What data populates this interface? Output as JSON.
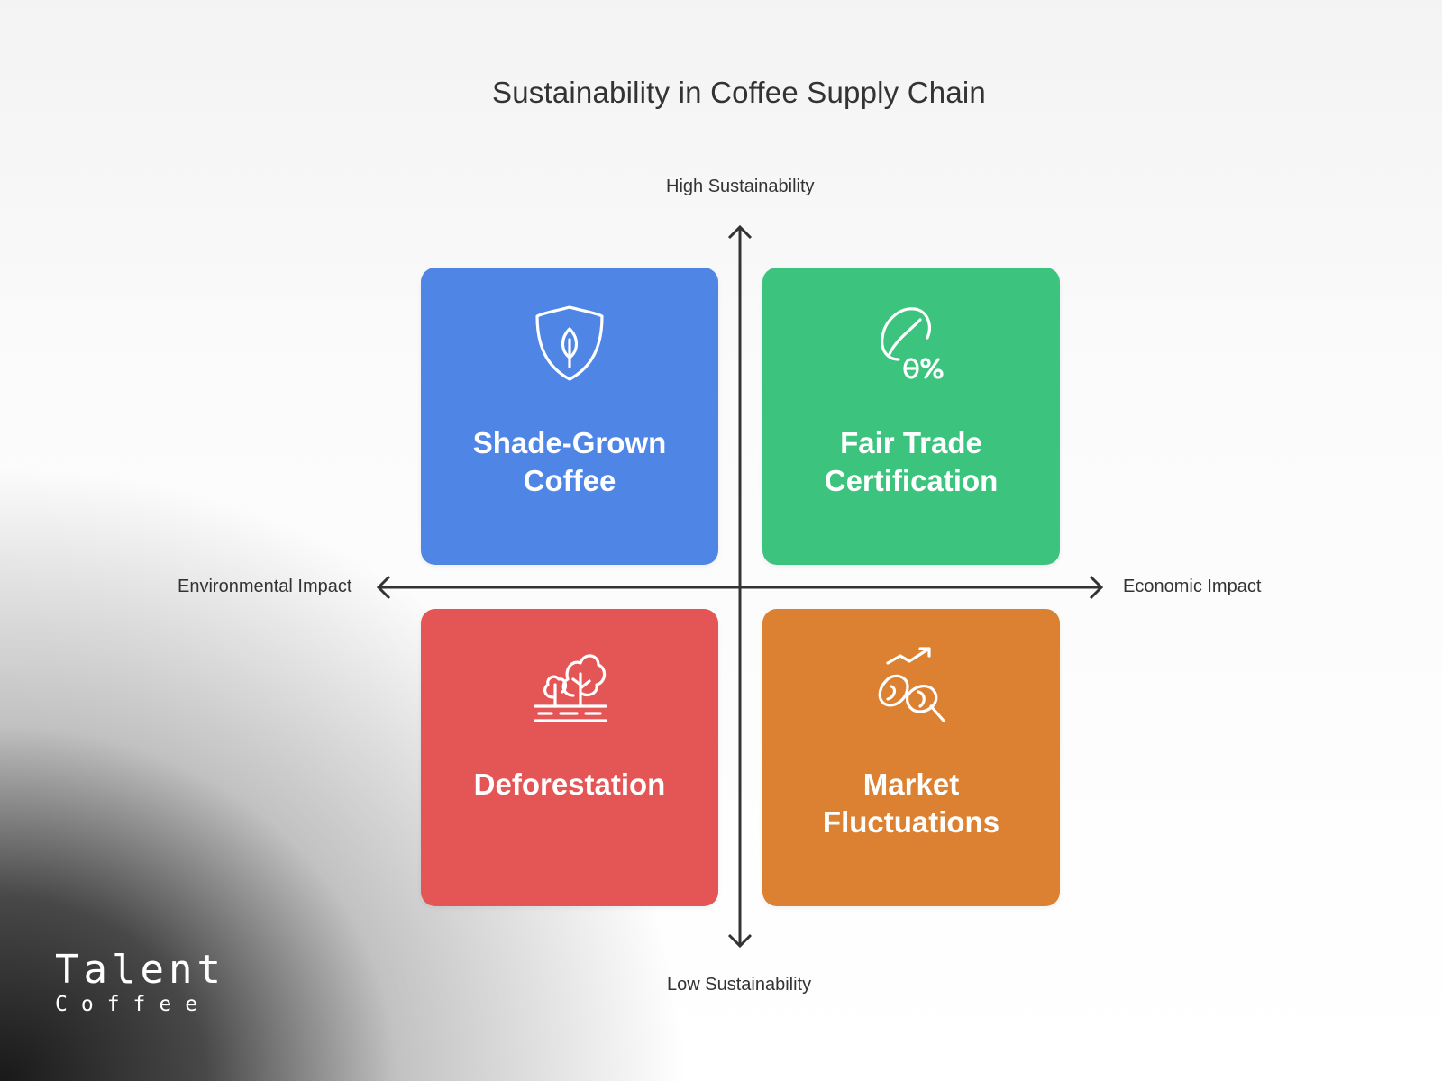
{
  "title": "Sustainability in Coffee Supply Chain",
  "axes": {
    "top": "High Sustainability",
    "bottom": "Low Sustainability",
    "left": "Environmental Impact",
    "right": "Economic Impact"
  },
  "quadrants": [
    {
      "label": "Shade-Grown Coffee",
      "icon": "shield-leaf-icon",
      "color": "#4f86e6"
    },
    {
      "label": "Fair Trade Certification",
      "icon": "coffee-bean-percent-icon",
      "color": "#3cc47f"
    },
    {
      "label": "Deforestation",
      "icon": "trees-icon",
      "color": "#e45655"
    },
    {
      "label": "Market Fluctuations",
      "icon": "beans-trend-icon",
      "color": "#dc8031"
    }
  ],
  "logo": {
    "line1": "Talent",
    "line2": "Coffee"
  }
}
